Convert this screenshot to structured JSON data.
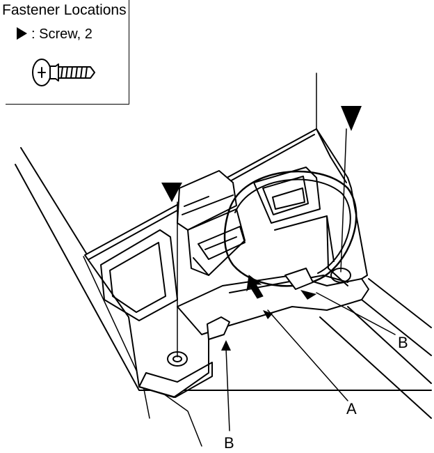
{
  "legend": {
    "title": "Fastener Locations",
    "symbol_icon": "black-triangle-pointer",
    "item_label": ": Screw, 2"
  },
  "callouts": {
    "a": "A",
    "b_right": "B",
    "b_bottom": "B"
  }
}
